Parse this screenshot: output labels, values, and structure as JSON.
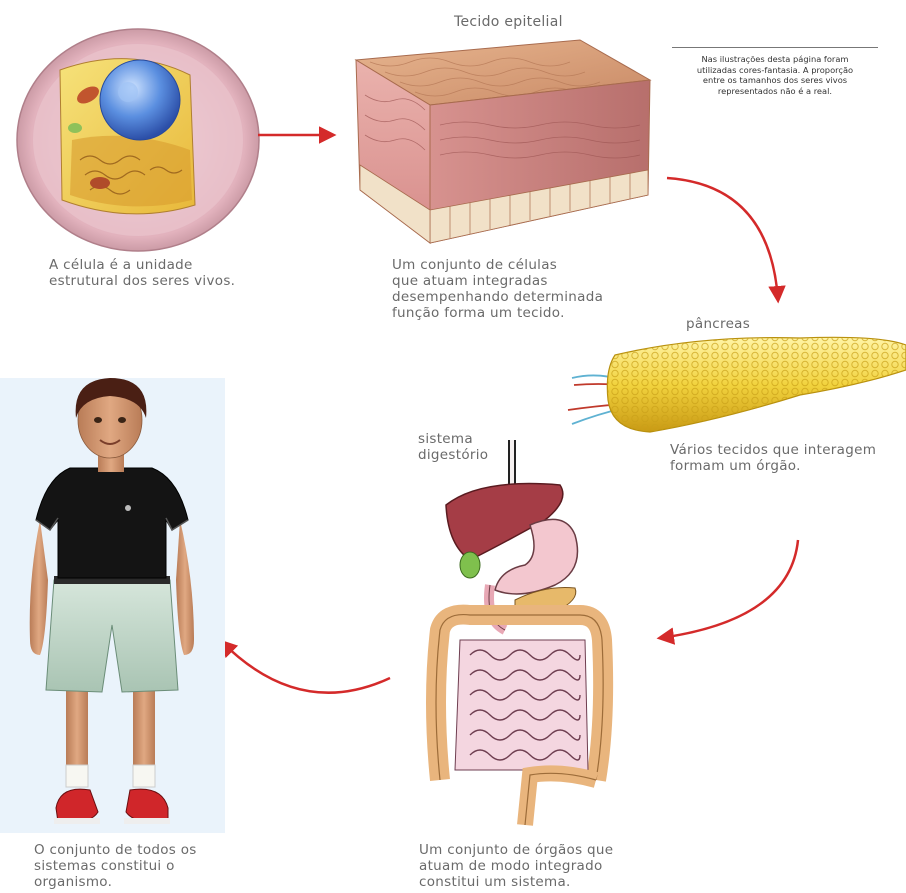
{
  "title_tissue": "Tecido epitelial",
  "note": [
    "Nas ilustrações desta página foram",
    "utilizadas cores-fantasia. A proporção",
    "entre os tamanhos dos seres vivos",
    "representados não é a real."
  ],
  "cell_caption": [
    "A célula é a unidade",
    "estrutural dos seres vivos."
  ],
  "tissue_caption": [
    "Um conjunto de células",
    "que atuam integradas",
    "desempenhando determinada",
    "função forma um tecido."
  ],
  "organ_label": "pâncreas",
  "organ_caption": [
    "Vários tecidos que interagem",
    "formam um órgão."
  ],
  "system_label": [
    "sistema",
    "digestório"
  ],
  "system_caption": [
    "Um conjunto de órgãos que",
    "atuam de modo integrado",
    "constitui um sistema."
  ],
  "organism_caption": [
    "O conjunto de todos os",
    "sistemas constitui o",
    "organismo."
  ],
  "colors": {
    "arrow": "#d42a2a",
    "text": "#6a6a6a"
  },
  "icons": [
    "cell-illustration",
    "tissue-illustration",
    "pancreas-illustration",
    "digestive-system-illustration",
    "human-figure-illustration"
  ]
}
